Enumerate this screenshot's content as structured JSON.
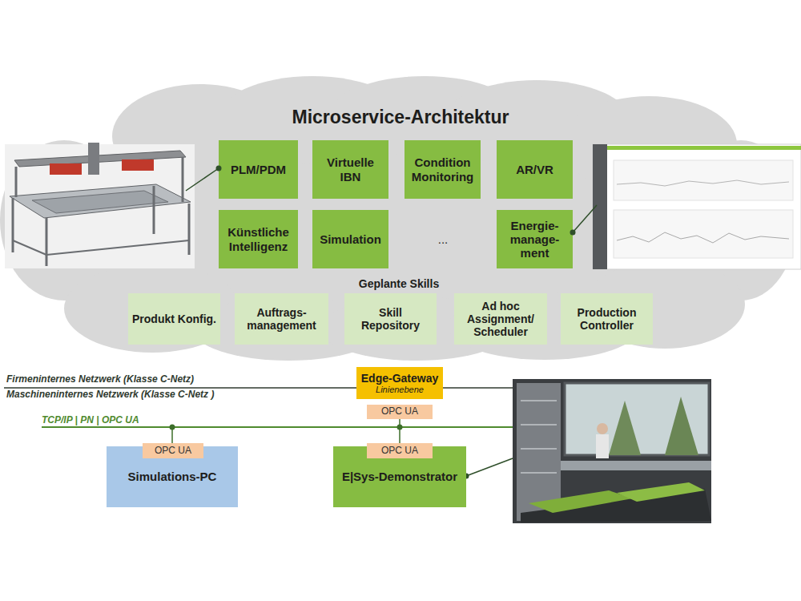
{
  "diagram": {
    "nodes": [
      {
        "text": [
          "Microservice-Architektur"
        ]
      },
      {
        "text": [
          "PLM/PDM"
        ],
        "in": 0
      },
      {
        "text": [
          "Virtuelle IBN"
        ],
        "in": 0
      },
      {
        "text": [
          "Condition Monitoring"
        ],
        "in": 0
      },
      {
        "text": [
          "AR/VR"
        ],
        "in": 0
      },
      {
        "text": [
          "Künstliche Intelligenz"
        ],
        "in": 0
      },
      {
        "text": [
          "Simulation"
        ],
        "in": 0
      },
      {
        "text": [
          "Energie- manage- ment"
        ],
        "in": 0
      },
      {
        "text": [
          "Produkt Konfig."
        ],
        "in": 0
      },
      {
        "text": [
          "Auftrags- management"
        ],
        "in": 0
      },
      {
        "text": [
          "Skill Repository"
        ],
        "in": 0
      },
      {
        "text": [
          "Ad hoc Assignment/ Scheduler"
        ],
        "in": 0
      },
      {
        "text": [
          "Production Controller"
        ],
        "in": 0
      },
      {
        "text": [
          "Edge-Gateway",
          "Linienebene"
        ]
      },
      {
        "text": [
          "OPC UA"
        ]
      },
      {
        "text": [
          "OPC UA"
        ]
      },
      {
        "text": [
          "Simulations-PC"
        ]
      },
      {
        "text": [
          "OPC UA"
        ]
      },
      {
        "text": [
          "E|Sys-Demonstrator"
        ]
      }
    ],
    "edges": [
      {
        "from": 14,
        "to": 17,
        "arrow": "none"
      }
    ],
    "labels": [
      "Geplante Skills",
      "...",
      "Firmeninternes Netzwerk (Klasse C-Netz)",
      "Maschineninternes Netzwerk (Klasse C-Netz )",
      "TCP/IP | PN | OPC UA"
    ]
  }
}
